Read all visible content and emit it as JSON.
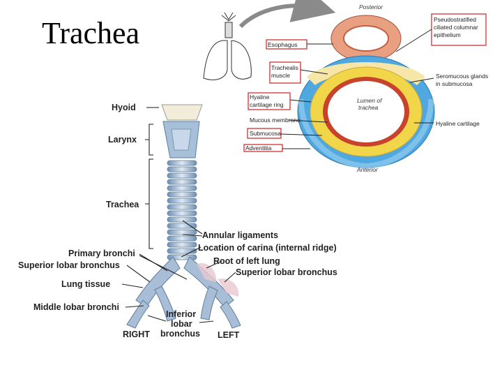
{
  "title": "Trachea",
  "left_figure": {
    "labels": {
      "hyoid": "Hyoid",
      "larynx": "Larynx",
      "trachea": "Trachea",
      "annular": "Annular ligaments",
      "carina": "Location of carina (internal ridge)",
      "primary": "Primary bronchi",
      "root_left": "Root of left lung",
      "sup_lobar_right": "Superior lobar bronchus",
      "sup_lobar_left": "Superior lobar bronchus",
      "lung_tissue": "Lung tissue",
      "middle_lobar": "Middle lobar bronchi",
      "inferior_1": "Inferior",
      "inferior_2": "lobar",
      "inferior_3": "bronchus",
      "right": "RIGHT",
      "left": "LEFT"
    }
  },
  "cross_section": {
    "posterior": "Posterior",
    "anterior": "Anterior",
    "lumen_1": "Lumen of",
    "lumen_2": "trachea",
    "esophagus": "Esophagus",
    "trachealis_1": "Trachealis",
    "trachealis_2": "muscle",
    "hyaline_ring_1": "Hyaline",
    "hyaline_ring_2": "cartilage ring",
    "mucous": "Mucous membrane",
    "submucosa": "Submucosa",
    "adventitia": "Adventitia",
    "pseudo_1": "Pseudostratified",
    "pseudo_2": "ciliated columnar",
    "pseudo_3": "epithelium",
    "seromucous_1": "Seromucous glands",
    "seromucous_2": "in submucosa",
    "hyaline_cartilage": "Hyaline cartilage"
  },
  "colors": {
    "box_border": "#cc2222",
    "cartilage_blue": "#4fa8e0",
    "submucosa_yellow": "#f2d64a",
    "mucosa_red": "#c8432c",
    "esophagus_pink": "#e8a080"
  }
}
